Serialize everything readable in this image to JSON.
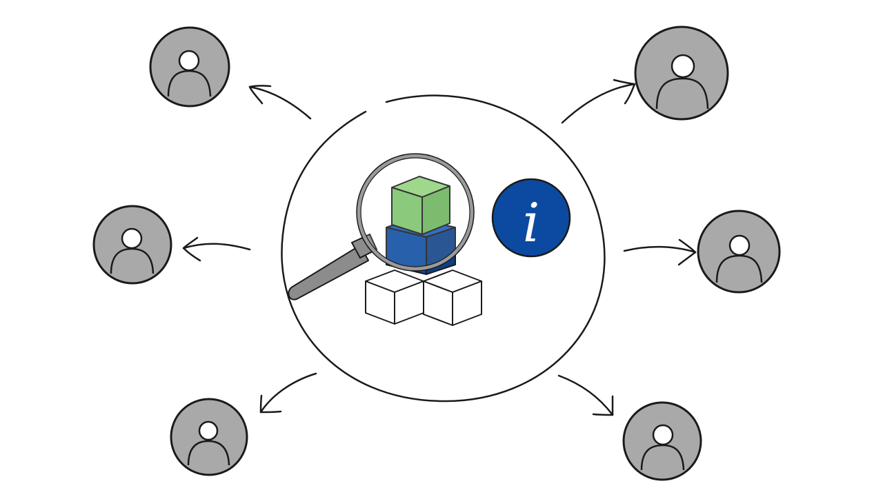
{
  "diagram": {
    "center": {
      "icons": [
        "magnifying-glass-icon",
        "cube-stack-icon",
        "info-icon"
      ],
      "info_glyph": "i"
    },
    "users": [
      {
        "name": "user-top-left"
      },
      {
        "name": "user-middle-left"
      },
      {
        "name": "user-bottom-left"
      },
      {
        "name": "user-top-right"
      },
      {
        "name": "user-middle-right"
      },
      {
        "name": "user-bottom-right"
      }
    ],
    "arrows": [
      {
        "from": "center",
        "to": "user-top-left"
      },
      {
        "from": "center",
        "to": "user-middle-left"
      },
      {
        "from": "center",
        "to": "user-bottom-left"
      },
      {
        "from": "center",
        "to": "user-top-right"
      },
      {
        "from": "center",
        "to": "user-middle-right"
      },
      {
        "from": "center",
        "to": "user-bottom-right"
      }
    ]
  },
  "colors": {
    "ink": "#1a1a1a",
    "avatar_fill": "#a9a9a9",
    "cube_green": "#7cc36a",
    "cube_blue": "#0b4aa0",
    "info_blue": "#0b4aa0",
    "lens_gray": "#8c8c8c"
  }
}
